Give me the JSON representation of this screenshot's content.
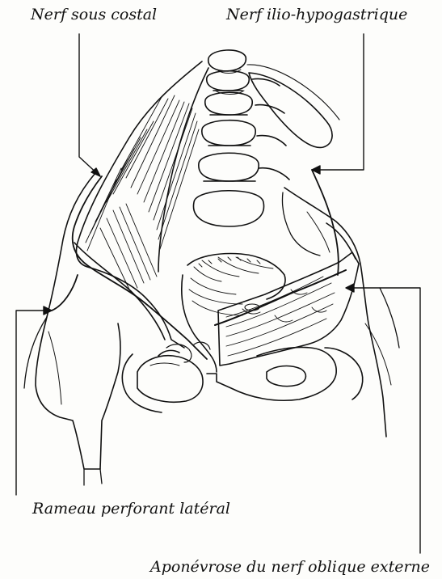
{
  "labels": {
    "nerf_sous_costal": "Nerf sous costal",
    "nerf_ilio_hypogastrique": "Nerf ilio-hypogastrique",
    "rameau_perforant_lateral": "Rameau perforant latéral",
    "aponevrose": "Aponévrose du nerf oblique externe"
  },
  "colors": {
    "ink": "#111111",
    "paper": "#fdfdfb"
  }
}
